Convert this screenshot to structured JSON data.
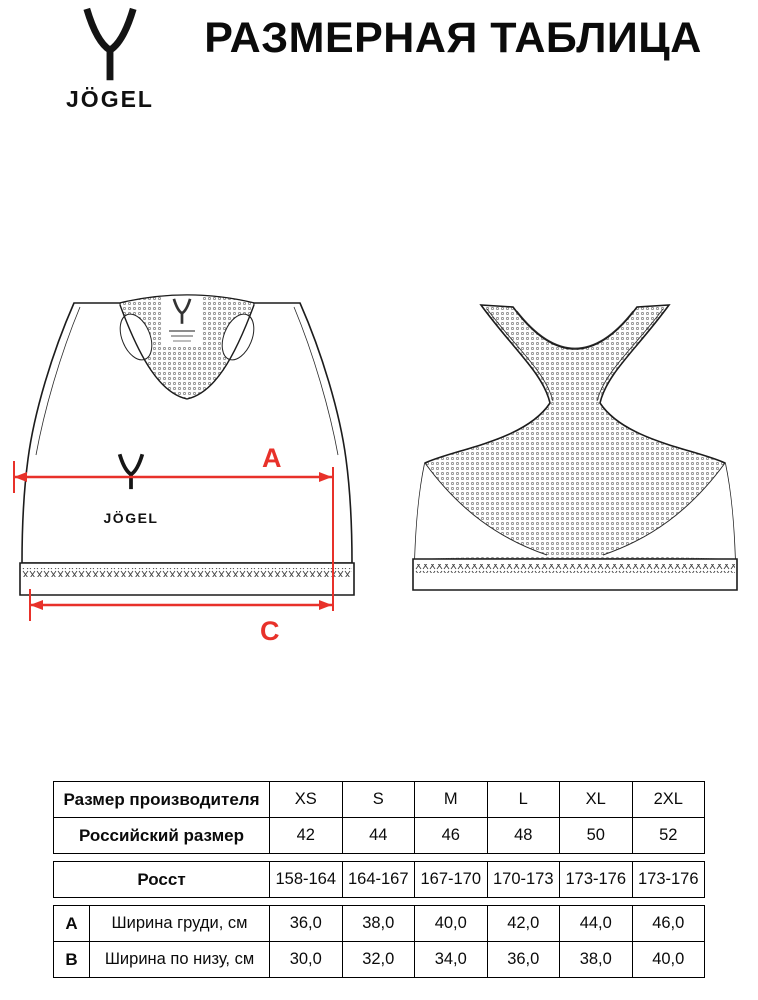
{
  "brand": {
    "wordmark": "JÖGEL"
  },
  "title": "РАЗМЕРНАЯ ТАБЛИЦА",
  "diagram": {
    "measure_a": "A",
    "measure_c": "C",
    "chest_logo_text": "JÖGEL",
    "accent_red": "#e8312a"
  },
  "table": {
    "row_producer": {
      "label": "Размер производителя",
      "values": [
        "XS",
        "S",
        "M",
        "L",
        "XL",
        "2XL"
      ]
    },
    "row_russian": {
      "label": "Российский размер",
      "values": [
        "42",
        "44",
        "46",
        "48",
        "50",
        "52"
      ]
    },
    "row_height": {
      "label": "Росст",
      "values": [
        "158-164",
        "164-167",
        "167-170",
        "170-173",
        "173-176",
        "173-176"
      ]
    },
    "row_chest": {
      "letter": "A",
      "label": "Ширина груди, см",
      "values": [
        "36,0",
        "38,0",
        "40,0",
        "42,0",
        "44,0",
        "46,0"
      ]
    },
    "row_bottom": {
      "letter": "B",
      "label": "Ширина по низу, см",
      "values": [
        "30,0",
        "32,0",
        "34,0",
        "36,0",
        "38,0",
        "40,0"
      ]
    }
  }
}
